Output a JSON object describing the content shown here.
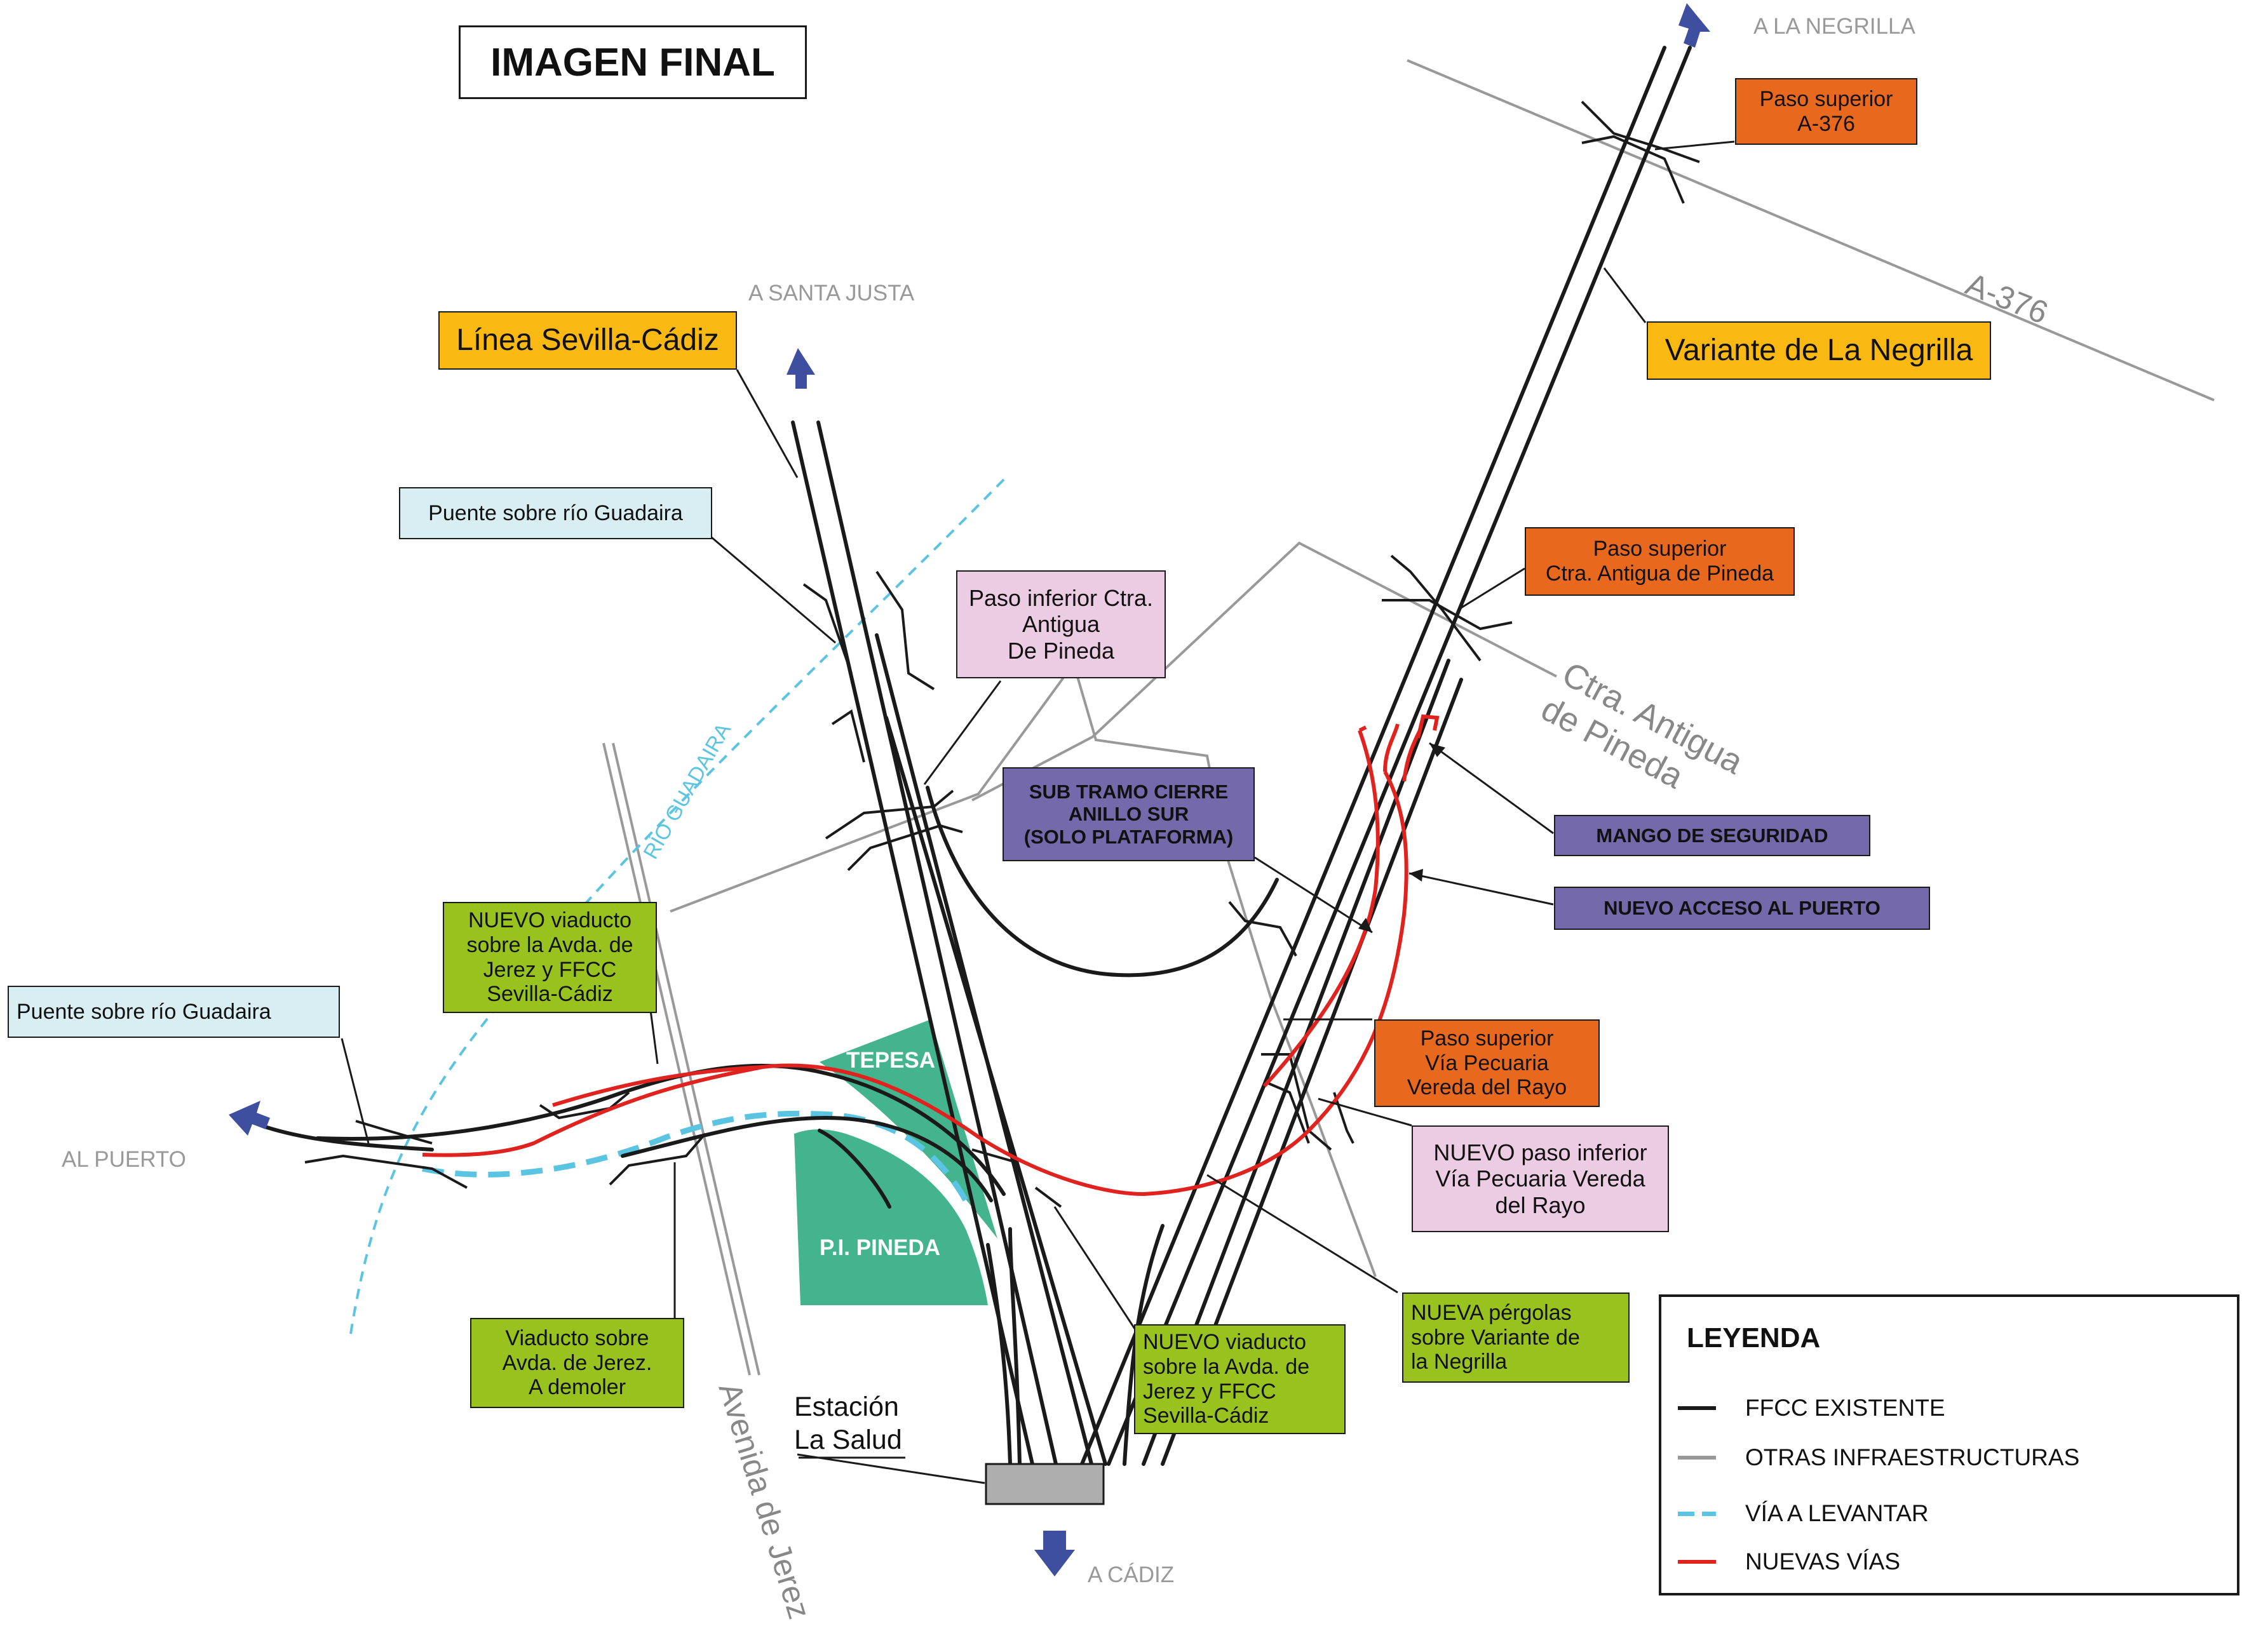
{
  "title": "IMAGEN FINAL",
  "places": {
    "north_east": "A LA NEGRILLA",
    "north": "A SANTA JUSTA",
    "west": "AL PUERTO",
    "south": "A CÁDIZ"
  },
  "roads": {
    "a376": "A-376",
    "ctra_line1": "Ctra. Antigua",
    "ctra_line2": "de Pineda",
    "avenida": "Avenida de Jerez",
    "rio": "RÍO GUADAIRA"
  },
  "station": {
    "line1": "Estación",
    "line2": "La Salud"
  },
  "zones": {
    "tepesa": "TEPESA",
    "pineda": "P.I. PINEDA"
  },
  "labels": {
    "linea_sevilla_cadiz": "Línea Sevilla-Cádiz",
    "variante_negrilla": "Variante de La Negrilla",
    "paso_superior_a376": [
      "Paso superior",
      "A-376"
    ],
    "paso_superior_ctra": [
      "Paso superior",
      "Ctra. Antigua de Pineda"
    ],
    "puente_guadaira_1": "Puente sobre río Guadaira",
    "puente_guadaira_2": "Puente sobre río Guadaira",
    "paso_inferior_ctra": [
      "Paso inferior Ctra.",
      "Antigua",
      "De Pineda"
    ],
    "sub_tramo": [
      "SUB TRAMO CIERRE",
      "ANILLO SUR",
      "(SOLO PLATAFORMA)"
    ],
    "mango": "MANGO DE SEGURIDAD",
    "nuevo_acceso": "NUEVO ACCESO AL PUERTO",
    "nuevo_viaducto_left": [
      "NUEVO viaducto",
      "sobre la Avda. de",
      "Jerez y FFCC",
      "Sevilla-Cádiz"
    ],
    "paso_superior_via": [
      "Paso superior",
      "Vía Pecuaria",
      "Vereda del Rayo"
    ],
    "nuevo_paso_inferior": [
      "NUEVO paso inferior",
      "Vía Pecuaria Vereda",
      "del Rayo"
    ],
    "nueva_pergolas": [
      "NUEVA pérgolas",
      "sobre Variante de",
      "la Negrilla"
    ],
    "viaducto_demoler": [
      "Viaducto sobre",
      "Avda. de Jerez.",
      "A demoler"
    ],
    "nuevo_viaducto_right": [
      "NUEVO viaducto",
      "sobre la Avda. de",
      "Jerez y FFCC",
      "Sevilla-Cádiz"
    ]
  },
  "legend": {
    "title": "LEYENDA",
    "items": [
      {
        "label": "FFCC EXISTENTE",
        "color": "#1a1a1a",
        "style": "solid"
      },
      {
        "label": "OTRAS INFRAESTRUCTURAS",
        "color": "#999999",
        "style": "solid"
      },
      {
        "label": "VÍA A LEVANTAR",
        "color": "#5bc4e2",
        "style": "dashed"
      },
      {
        "label": "NUEVAS VÍAS",
        "color": "#e0231f",
        "style": "solid"
      }
    ]
  },
  "colors": {
    "ffcc": "#1a1a1a",
    "otras": "#999999",
    "levantar": "#5bc4e2",
    "nuevas": "#e0231f",
    "zone_green": "#43b48e",
    "arrow": "#3e4fa0"
  }
}
